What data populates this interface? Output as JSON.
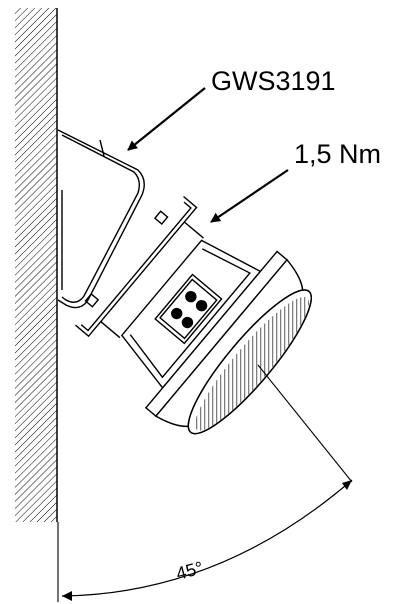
{
  "labels": {
    "part_number": "GWS3191",
    "torque": "1,5 Nm",
    "angle": "45°"
  },
  "colors": {
    "line": "#000000",
    "background": "#ffffff"
  }
}
